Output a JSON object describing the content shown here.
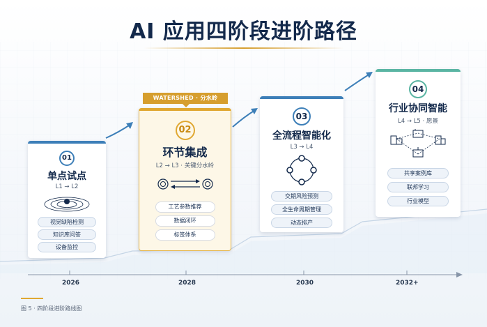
{
  "title": "AI 应用四阶段进阶路径",
  "watershed_label": "WATERSHED · 分水岭",
  "stages": [
    {
      "number": "01",
      "title": "单点试点",
      "subtitle": "L1 → L2",
      "icon": "target-ripple-icon",
      "items": [
        "视觉缺陷检测",
        "知识库问答",
        "设备监控"
      ]
    },
    {
      "number": "02",
      "title": "环节集成",
      "subtitle": "L2 → L3 · 关键分水岭",
      "icon": "sync-arrows-icon",
      "items": [
        "工艺参数推荐",
        "数据闭环",
        "标签体系"
      ]
    },
    {
      "number": "03",
      "title": "全流程智能化",
      "subtitle": "L3 → L4",
      "icon": "cycle-nodes-icon",
      "items": [
        "交期风险预测",
        "全生命周期管理",
        "动态排产"
      ]
    },
    {
      "number": "04",
      "title": "行业协同智能",
      "subtitle": "L4 → L5 · 愿景",
      "icon": "network-factories-icon",
      "items": [
        "共享案例库",
        "联邦学习",
        "行业模型"
      ]
    }
  ],
  "timeline": {
    "years": [
      "2026",
      "2028",
      "2030",
      "2032+"
    ]
  },
  "caption": "图 5 · 四阶段进阶路线图",
  "colors": {
    "navy": "#13294b",
    "blue": "#3d7fb8",
    "gold": "#e0a832",
    "teal": "#5ab5a3"
  }
}
